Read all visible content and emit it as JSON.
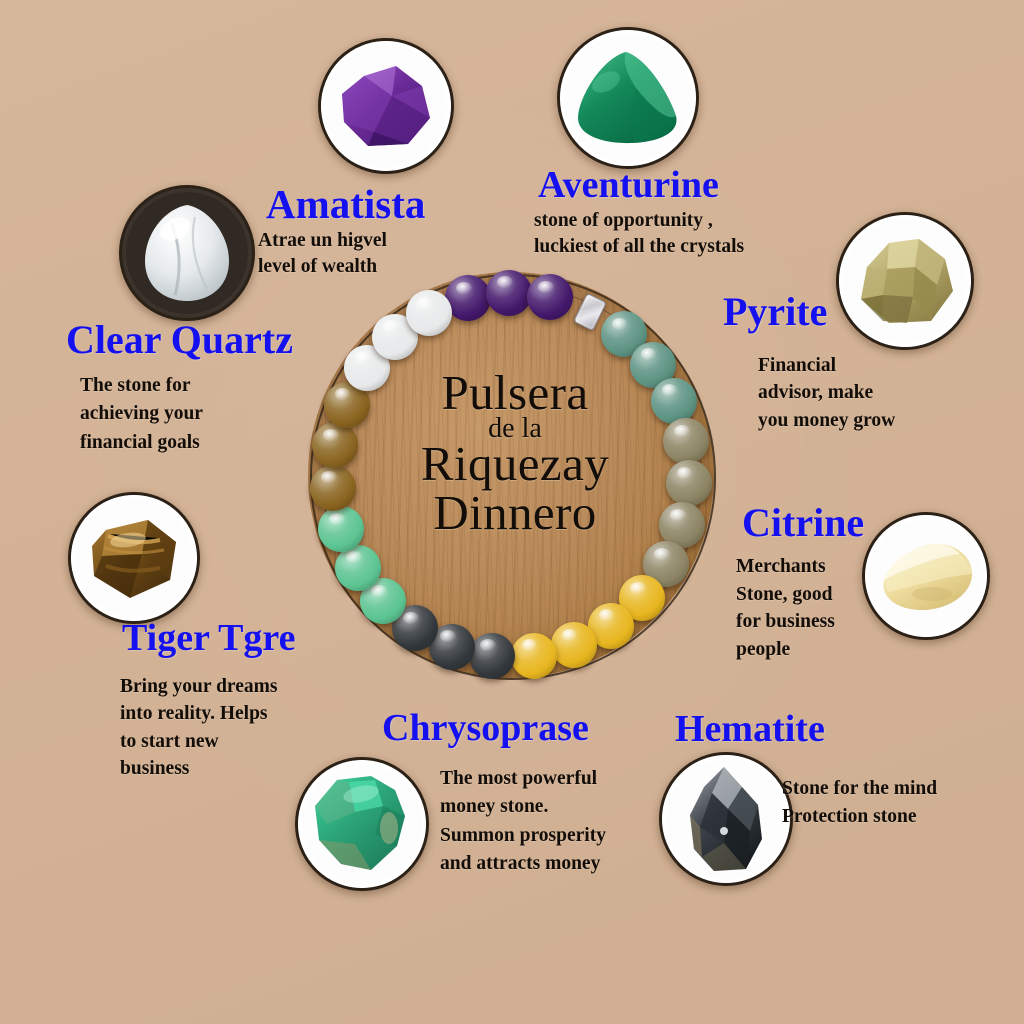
{
  "poster": {
    "background_color": "#d4b396",
    "label_color": "#1510ef",
    "description_color": "#120d08",
    "center": {
      "line1": "Pulsera",
      "line2": "de la",
      "line3": "Riquezay",
      "line4": "Dinnero"
    }
  },
  "stones": [
    {
      "id": "amatista",
      "name": "Amatista",
      "description": "Atrae un higvel level of wealth",
      "desc_lines": [
        "Atrae un higvel",
        "level of wealth"
      ],
      "gem_color": "#7a3fa8",
      "photo_background": "#ffffff"
    },
    {
      "id": "aventurine",
      "name": "Aventurine",
      "description": "stone of opportunity , luckiest of all the crystals",
      "desc_lines": [
        "stone of opportunity ,",
        "luckiest of all the crystals"
      ],
      "gem_color": "#1d8a5c",
      "photo_background": "#ffffff"
    },
    {
      "id": "clear-quartz",
      "name": "Clear Quartz",
      "description": "The stone for achieving your financial goals",
      "desc_lines": [
        "The stone for",
        "achieving your",
        "financial goals"
      ],
      "gem_color": "#e9eef0",
      "photo_background": "#332c26"
    },
    {
      "id": "pyrite",
      "name": "Pyrite",
      "description": "Financial advisor, make you money grow",
      "desc_lines": [
        "Financial",
        "advisor, make",
        "you money grow"
      ],
      "gem_color": "#b6a861",
      "photo_background": "#ffffff"
    },
    {
      "id": "citrine",
      "name": "Citrine",
      "description": "Merchants Stone, good for business people",
      "desc_lines": [
        "Merchants",
        "Stone, good",
        "for business",
        "people"
      ],
      "gem_color": "#e8d89a",
      "photo_background": "#ffffff"
    },
    {
      "id": "tiger-tgre",
      "name": "Tiger Tgre",
      "description": "Bring your dreams into reality. Helps to start new business",
      "desc_lines": [
        "Bring your dreams",
        "into reality. Helps",
        "to start new",
        "business"
      ],
      "gem_color": "#7a4f1c",
      "photo_background": "#ffffff"
    },
    {
      "id": "chrysoprase",
      "name": "Chrysoprase",
      "description": "The most powerful money stone. Summon prosperity and attracts money",
      "desc_lines": [
        "The most powerful",
        "money stone.",
        "Summon prosperity",
        "and attracts money"
      ],
      "gem_color": "#2ba377",
      "photo_background": "#ffffff"
    },
    {
      "id": "hematite",
      "name": "Hematite",
      "description": "Stone for the mind Protection stone",
      "desc_lines": [
        "Stone for the mind",
        "Protection stone"
      ],
      "gem_color": "#3b4247",
      "photo_background": "#ffffff"
    }
  ],
  "bracelet": {
    "description": "Circular beaded bracelet laid on a wooden disc",
    "bead_groups": [
      {
        "stone": "Amatista",
        "color": "#43186b",
        "count": 3
      },
      {
        "stone": "spacer",
        "color": "#d8d8de",
        "count": 1
      },
      {
        "stone": "Aventurine",
        "color": "#5d9382",
        "count": 3
      },
      {
        "stone": "Pyrite",
        "color": "#8c8463",
        "count": 4
      },
      {
        "stone": "Citrine",
        "color": "#e8b61f",
        "count": 4
      },
      {
        "stone": "Hematite",
        "color": "#33383d",
        "count": 3
      },
      {
        "stone": "Chrysoprase",
        "color": "#5cc492",
        "count": 3
      },
      {
        "stone": "Tiger Tgre",
        "color": "#8a6420",
        "count": 3
      },
      {
        "stone": "Clear Quartz",
        "color": "#e7e9ea",
        "count": 3
      }
    ]
  }
}
